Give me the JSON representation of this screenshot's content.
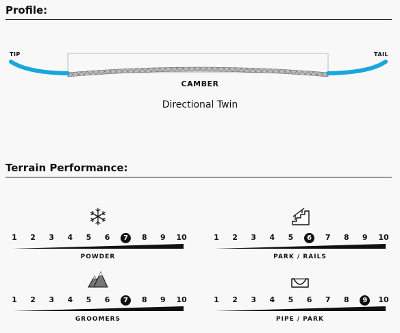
{
  "profile": {
    "heading": "Profile:",
    "tip_label": "TIP",
    "tail_label": "TAIL",
    "camber_label": "CAMBER",
    "shape": "Directional Twin",
    "colors": {
      "tip_tail": "#1aa6dd",
      "camber": "#9a9a9a"
    }
  },
  "terrain": {
    "heading": "Terrain Performance:",
    "scale": [
      "1",
      "2",
      "3",
      "4",
      "5",
      "6",
      "7",
      "8",
      "9",
      "10"
    ],
    "items": [
      {
        "label": "POWDER",
        "icon": "snowflake-icon",
        "rating": 7
      },
      {
        "label": "PARK / RAILS",
        "icon": "stairs-rail-icon",
        "rating": 6
      },
      {
        "label": "GROOMERS",
        "icon": "mountains-icon",
        "rating": 7
      },
      {
        "label": "PIPE / PARK",
        "icon": "halfpipe-icon",
        "rating": 9
      }
    ]
  }
}
